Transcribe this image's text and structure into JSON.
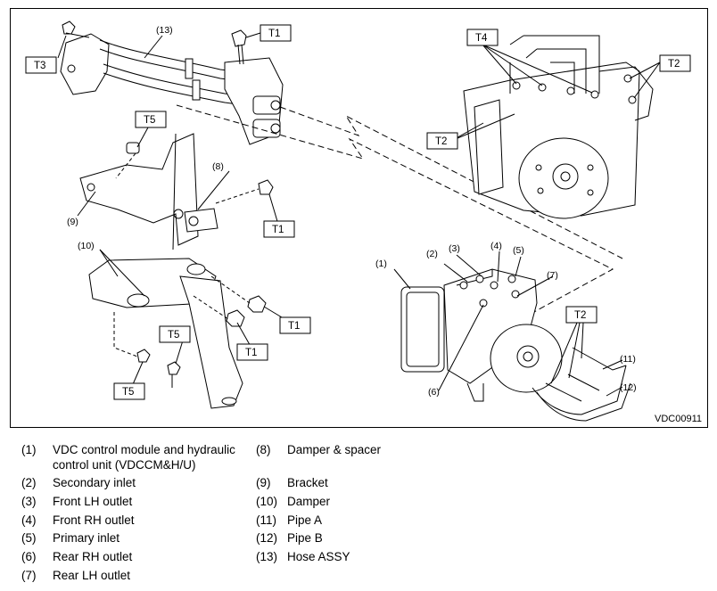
{
  "figure": {
    "code": "VDC00911",
    "callouts": [
      "(1)",
      "(2)",
      "(3)",
      "(4)",
      "(5)",
      "(6)",
      "(7)",
      "(8)",
      "(9)",
      "(10)",
      "(11)",
      "(12)",
      "(13)"
    ],
    "torque_tags": {
      "T1": "T1",
      "T2": "T2",
      "T3": "T3",
      "T4": "T4",
      "T5": "T5"
    }
  },
  "legend": [
    {
      "num": "(1)",
      "lines": [
        "VDC control module and hydraulic",
        "control unit (VDCCM&H/U)"
      ]
    },
    {
      "num": "(2)",
      "lines": [
        "Secondary inlet"
      ]
    },
    {
      "num": "(3)",
      "lines": [
        "Front LH outlet"
      ]
    },
    {
      "num": "(4)",
      "lines": [
        "Front RH outlet"
      ]
    },
    {
      "num": "(5)",
      "lines": [
        "Primary inlet"
      ]
    },
    {
      "num": "(6)",
      "lines": [
        "Rear RH outlet"
      ]
    },
    {
      "num": "(7)",
      "lines": [
        "Rear LH outlet"
      ]
    },
    {
      "num": "(8)",
      "lines": [
        "Damper & spacer"
      ]
    },
    {
      "num": "(9)",
      "lines": [
        "Bracket"
      ]
    },
    {
      "num": "(10)",
      "lines": [
        "Damper"
      ]
    },
    {
      "num": "(11)",
      "lines": [
        "Pipe A"
      ]
    },
    {
      "num": "(12)",
      "lines": [
        "Pipe B"
      ]
    },
    {
      "num": "(13)",
      "lines": [
        "Hose ASSY"
      ]
    }
  ]
}
